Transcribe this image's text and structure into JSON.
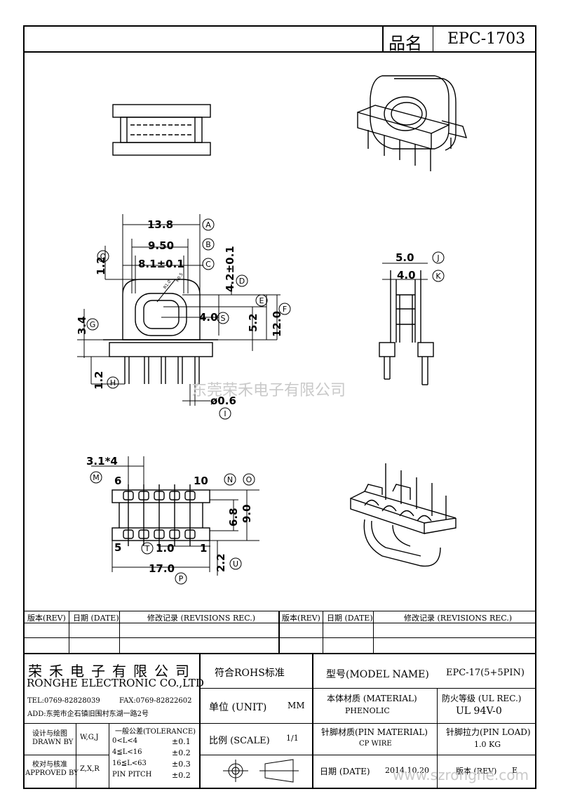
{
  "title_block": {
    "name_label": "品名",
    "part_no": "EPC-1703"
  },
  "dims": {
    "A": "A",
    "B": "B",
    "C": "C",
    "D": "D",
    "E": "E",
    "F": "F",
    "G": "G",
    "H": "H",
    "I": "I",
    "J": "J",
    "K": "K",
    "M": "M",
    "N": "N",
    "O": "O",
    "P": "P",
    "Q": "Q",
    "S": "S",
    "T": "T",
    "U": "U",
    "d_13_8": "13.8",
    "d_9_50": "9.50",
    "d_8_1": "8.1±0.1",
    "d_4_2": "4.2±0.1",
    "d_1_2q": "1.2",
    "d_3_4": "3.4",
    "d_4_0s": "4.0",
    "d_5_2": "5.2",
    "d_12_0": "12.0",
    "d_1_2h": "1.2",
    "d_0_6": "ø0.6",
    "d_5_0": "5.0",
    "d_4_0k": "4.0",
    "d_3_1x4": "3.1*4",
    "pin6": "6",
    "pin10": "10",
    "pin5": "5",
    "d_6_8": "6.8",
    "d_9_0": "9.0",
    "d_1_0t": "1.0",
    "d_1": "1",
    "d_17_0": "17.0",
    "d_2_2": "2.2",
    "small_a": "R1.0",
    "small_b": "R0.5"
  },
  "watermark": {
    "center": "东莞荣禾电子有限公司",
    "site": "www.szronghe.com"
  },
  "revisions": {
    "rev": "版本(REV)",
    "date": "日期 (DATE)",
    "rec": "修改记录 (REVISIONS REC.)"
  },
  "company": {
    "name_cn": "荣禾电子有限公司",
    "name_en": "RONGHE ELECTRONIC CO.,LTD",
    "tel": "TEL:0769-82828039",
    "fax": "FAX:0769-82822602",
    "addr": "ADD:东莞市企石镇旧围村东湖一路2号"
  },
  "fields": {
    "design_cn": "设计与绘图",
    "design_en": "DRAWN BY",
    "design_val": "W,G,J",
    "approve_cn": "校对与核准",
    "approve_en": "APPROVED BY",
    "approve_val": "Z,X,R",
    "tol_title": "一般公差(TOLERANCE)",
    "tol": [
      {
        "range": "0<L<4",
        "val": "±0.1"
      },
      {
        "range": "4≦L<16",
        "val": "±0.2"
      },
      {
        "range": "16≦L<63",
        "val": "±0.3"
      },
      {
        "range": "PIN PITCH",
        "val": "±0.2"
      }
    ],
    "rohs": "符合ROHS标准",
    "unit_label": "单位 (UNIT)",
    "unit_val": "MM",
    "scale_label": "比例 (SCALE)",
    "scale_val": "1/1",
    "model_label": "型号(MODEL NAME)",
    "model_val": "EPC-17(5+5PIN)",
    "material_label": "本体材质 (MATERIAL)",
    "material_val": "PHENOLIC",
    "ul_label": "防火等级 (UL REC.)",
    "ul_val": "UL 94V-0",
    "pin_mat_label": "针脚材质(PIN MATERIAL)",
    "pin_mat_val": "CP WIRE",
    "pin_load_label": "针脚拉力(PIN LOAD)",
    "pin_load_val": "1.0 KG",
    "date_label": "日期 (DATE)",
    "date_val": "2014.10.20",
    "version_label": "版本 (REV)",
    "version_val": "E"
  }
}
